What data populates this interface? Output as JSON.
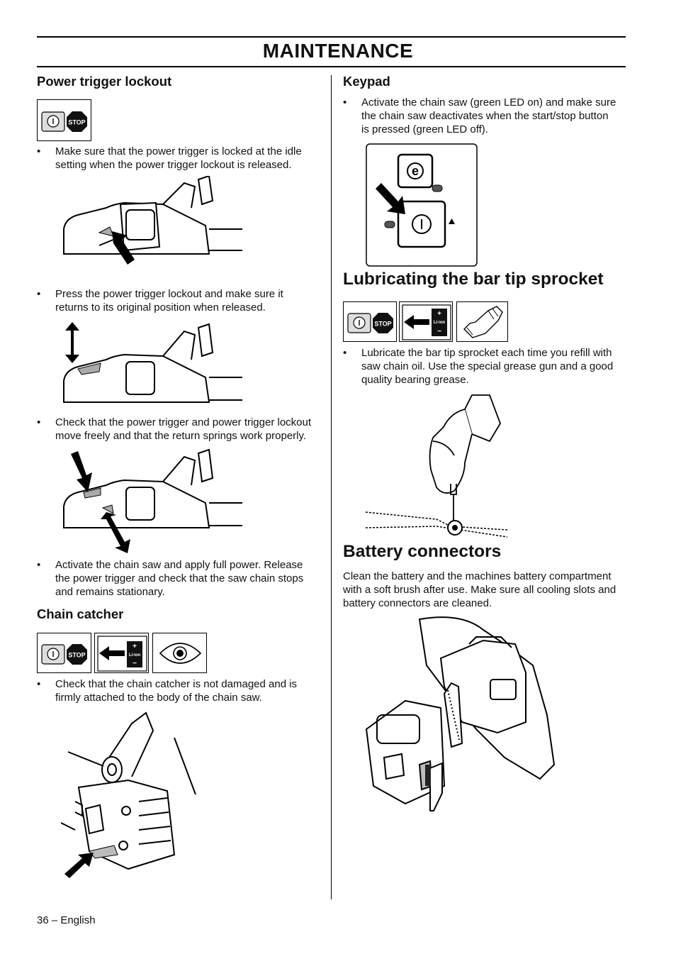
{
  "header": {
    "title": "MAINTENANCE"
  },
  "left": {
    "power_trigger": {
      "heading": "Power trigger lockout",
      "bullet1": [
        "Make sure that the power trigger is locked at the idle",
        "setting when the power trigger lockout is released."
      ],
      "bullet2": [
        "Press the power trigger lockout and make sure it",
        "returns to its original position when released."
      ],
      "bullet3": [
        "Check that the power trigger and power trigger lockout",
        "move freely and that the return springs work properly."
      ],
      "bullet4": [
        "Activate the chain saw and apply full power. Release",
        "the power trigger and check that the saw chain stops",
        "and remains stationary."
      ]
    },
    "chain_catcher": {
      "heading": "Chain catcher",
      "bullet1": [
        "Check that the chain catcher is not damaged and is",
        "firmly attached to the body of the chain saw."
      ]
    }
  },
  "right": {
    "keypad": {
      "heading": "Keypad",
      "bullet1": [
        "Activate the chain saw (green LED on) and make sure",
        "the chain saw deactivates when the start/stop button",
        "is pressed (green LED off)."
      ]
    },
    "lubricating": {
      "heading": "Lubricating the bar tip sprocket",
      "bullet1": [
        "Lubricate the bar tip sprocket each time you refill with",
        "saw chain oil. Use the special grease gun and a good",
        "quality bearing grease."
      ]
    },
    "battery": {
      "heading": "Battery connectors",
      "para": [
        "Clean the battery and the machines battery compartment",
        "with a soft brush after use. Make sure all cooling slots and",
        "battery connectors are cleaned."
      ]
    }
  },
  "icons": {
    "stop_label": "STOP",
    "battery_label": "Li-ion",
    "plus": "+",
    "minus": "−"
  },
  "footer": {
    "page": "36 – English"
  }
}
